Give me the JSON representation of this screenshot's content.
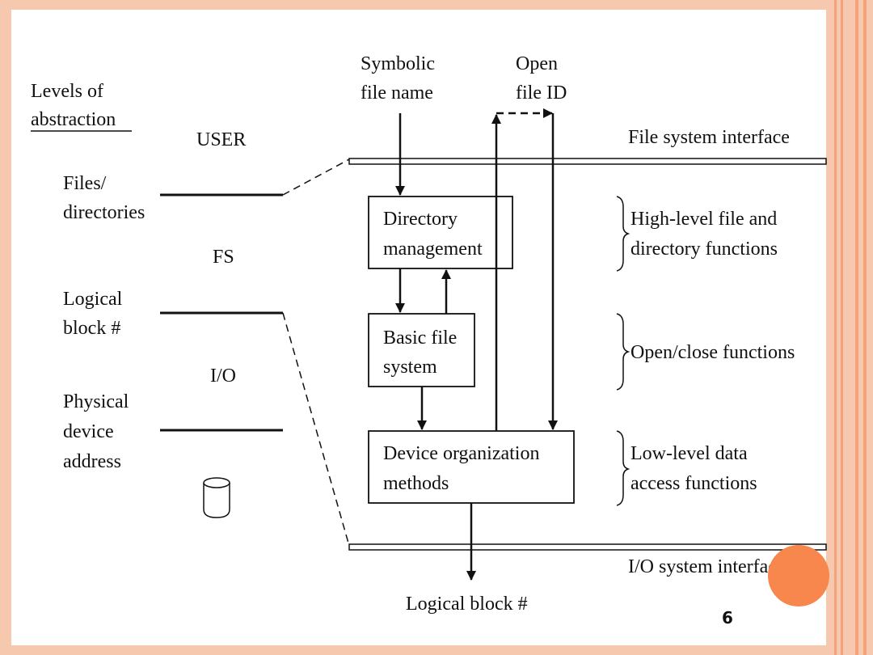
{
  "diagram": {
    "levels_heading": {
      "line1": "Levels of",
      "line2": "abstraction"
    },
    "levels": {
      "files": {
        "line1": "Files/",
        "line2": "directories"
      },
      "logical": {
        "line1": "Logical",
        "line2": "block #"
      },
      "physical": {
        "line1": "Physical",
        "line2": "device",
        "line3": "address"
      }
    },
    "layers": {
      "user": "USER",
      "fs": "FS",
      "io": "I/O"
    },
    "inputs": {
      "symbolic": {
        "line1": "Symbolic",
        "line2": "file name"
      },
      "open_file_id": {
        "line1": "Open",
        "line2": "file ID"
      }
    },
    "interfaces": {
      "file_system": "File system interface",
      "io_system": "I/O system interface"
    },
    "boxes": {
      "directory": {
        "line1": "Directory",
        "line2": "management"
      },
      "basic": {
        "line1": "Basic file",
        "line2": "system"
      },
      "device": {
        "line1": "Device organization",
        "line2": "methods"
      }
    },
    "functions": {
      "high": {
        "line1": "High-level file and",
        "line2": "directory functions"
      },
      "open_close": "Open/close functions",
      "low": {
        "line1": "Low-level data",
        "line2": "access functions"
      }
    },
    "output": "Logical block #"
  },
  "page_number": "6",
  "colors": {
    "frame": "#f6c9ae",
    "frame_stripe": "#f3a27a",
    "badge": "#f7874c",
    "ink": "#111111"
  }
}
